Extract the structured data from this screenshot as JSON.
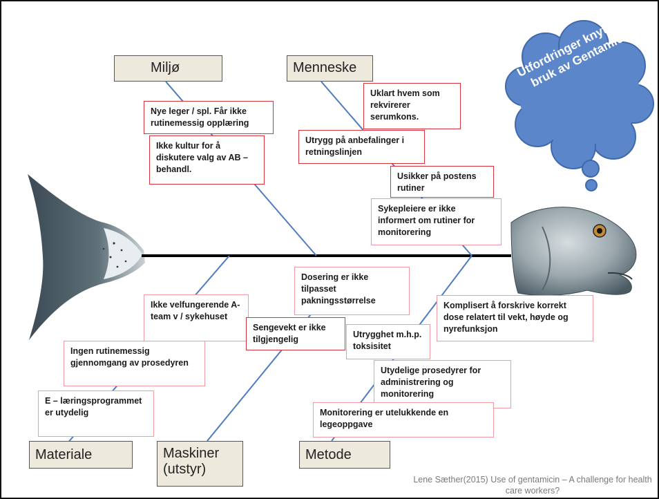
{
  "categories": {
    "miljo": "Miljø",
    "menneske": "Menneske",
    "materiale": "Materiale",
    "maskiner": "Maskiner (utstyr)",
    "metode": "Metode"
  },
  "cloud_title": "Utfordringer knyttet til bruk av Gentamicin",
  "causes": {
    "miljo": [
      "Nye leger / spl. Får ikke rutinemessig opplæring",
      "Ikke kultur for å diskutere valg av AB – behandl."
    ],
    "menneske": [
      "Uklart hvem som rekvirerer serumkons.",
      "Utrygg på anbefalinger i retningslinjen",
      "Usikker på postens rutiner",
      "Sykepleiere er ikke informert om rutiner for monitorering"
    ],
    "materiale": [
      "Ikke velfungerende A-team v / sykehuset",
      "Ingen rutinemessig gjennomgang av prosedyren",
      "E – læringsprogrammet er utydelig"
    ],
    "maskiner": [
      "Dosering er ikke tilpasset pakningsstørrelse",
      "Sengevekt er ikke tilgjengelig"
    ],
    "metode": [
      "Komplisert å forskrive korrekt dose relatert til vekt, høyde og nyrefunksjon",
      "Utrygghet m.h.p. toksisitet",
      "Utydelige prosedyrer for administrering og monitorering",
      "Monitorering er utelukkende en legeoppgave"
    ]
  },
  "citation": "Lene Sæther(2015) Use of gentamicin – A challenge for health care workers?",
  "colors": {
    "bone": "#4d7bc1",
    "spine": "#000000",
    "cloud": "#5b86c9",
    "cause_border": "#d9323a",
    "category_fill": "#ede9dd"
  }
}
